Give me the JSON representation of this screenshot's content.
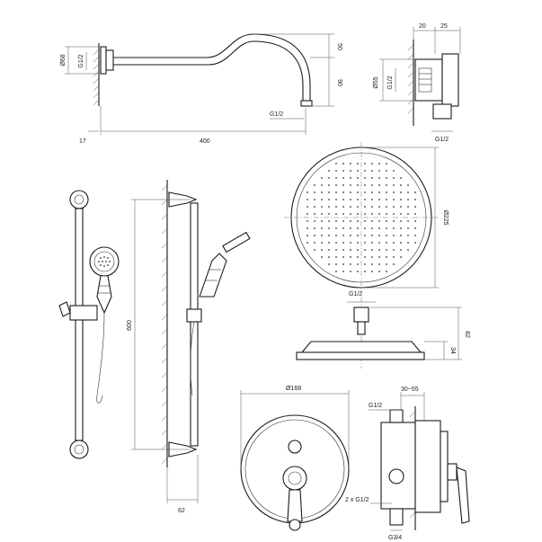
{
  "shower_arm": {
    "dia_68": "Ø68",
    "thread_g12_left": "G1/2",
    "height_50": "50",
    "height_90": "90",
    "thread_g12_outlet": "G1/2",
    "offset_17": "17",
    "length_400": "400"
  },
  "wall_flange": {
    "width_20": "20",
    "width_25": "25",
    "dia_55": "Ø55",
    "thread_g12_side": "G1/2",
    "thread_g12_bottom": "G1/2"
  },
  "slide_rail": {
    "height_600": "600",
    "depth_62": "62"
  },
  "rain_head": {
    "dia_225": "Ø225",
    "thread_g12": "G1/2",
    "height_82": "82",
    "height_34": "34"
  },
  "mixer": {
    "dia_168": "Ø168",
    "thread_g12_top": "G1/2",
    "range_30_55": "30~55",
    "inlets_2xg12": "2 x G1/2",
    "outlet_g34": "G3/4"
  }
}
